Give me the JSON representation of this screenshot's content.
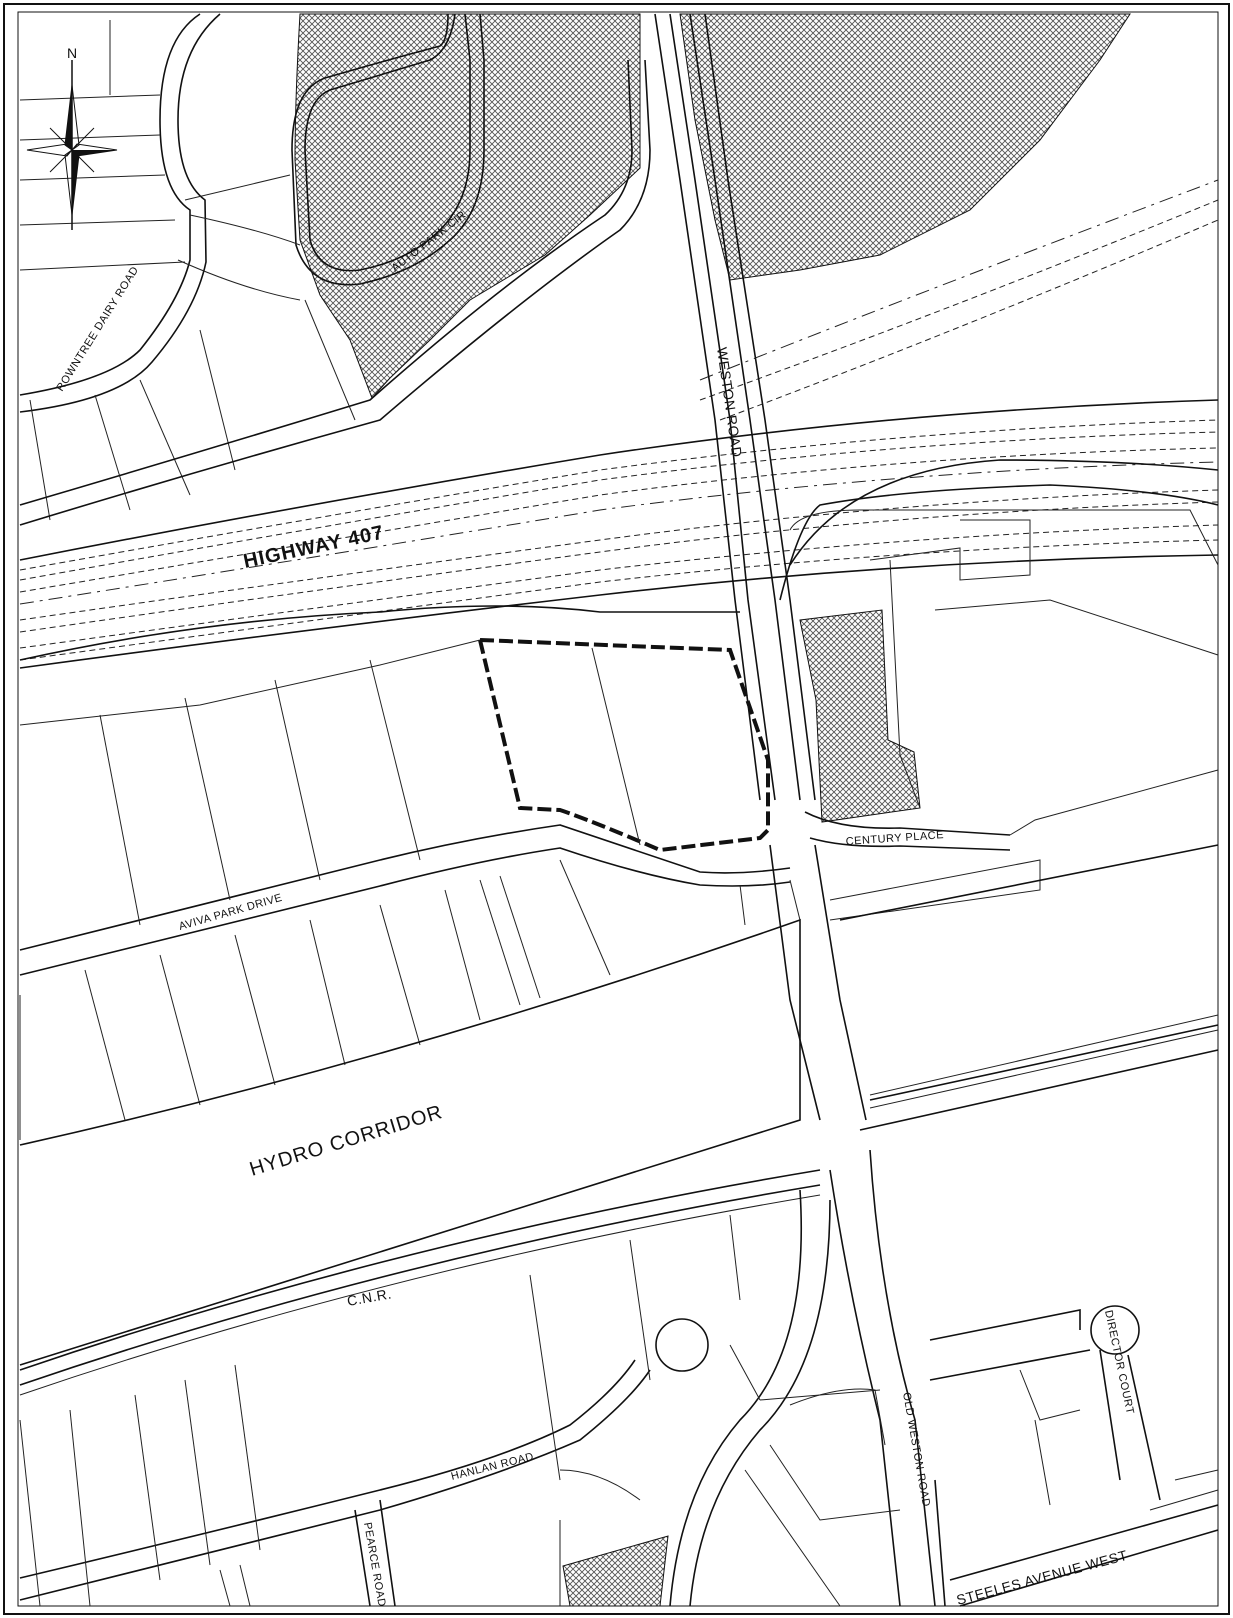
{
  "map": {
    "north_label": "N",
    "labels": {
      "rowntree_dairy_road": "ROWNTREE DAIRY ROAD",
      "auto_park_circle": "AUTO PARK CIR",
      "weston_road": "WESTON ROAD",
      "highway_407": "HIGHWAY 407",
      "century_place": "CENTURY PLACE",
      "aviva_park_drive": "AVIVA PARK DRIVE",
      "hydro_corridor": "HYDRO CORRIDOR",
      "cnr": "C.N.R.",
      "hanlan_road": "HANLAN ROAD",
      "pearce_road": "PEARCE ROAD",
      "old_weston_road": "OLD WESTON ROAD",
      "director_court": "DIRECTOR COURT",
      "steeles_avenue_west": "STEELES AVENUE WEST"
    },
    "colors": {
      "line": "#111111",
      "hatch": "#555555",
      "background": "#ffffff"
    }
  }
}
